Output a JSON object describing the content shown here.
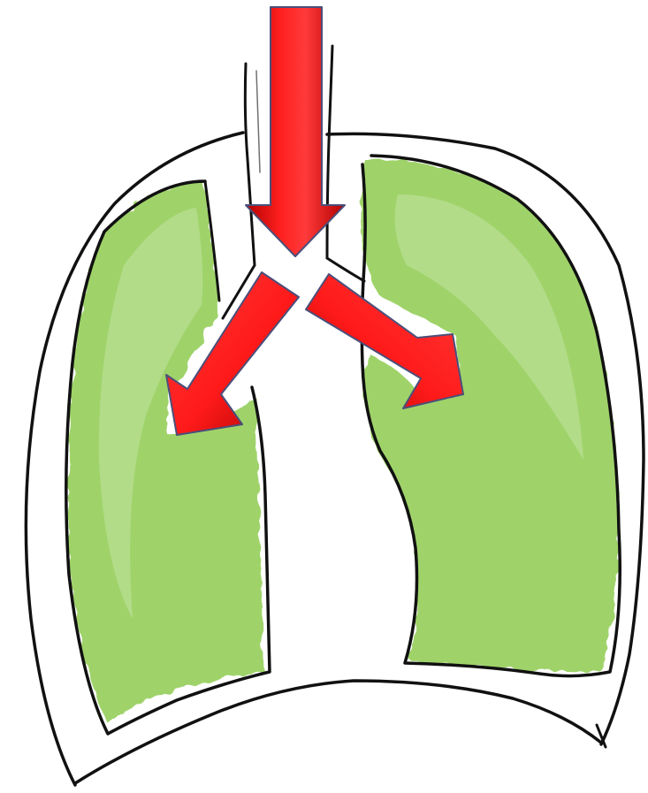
{
  "diagram": {
    "kind": "lungs-airflow",
    "colors": {
      "background": "#ffffff",
      "outline": "#111111",
      "lung_fill": "#9fd36a",
      "lung_fill_light": "#c3e4a2",
      "arrow_fill": "#ff1a1a",
      "arrow_shadow": "#a00000",
      "arrow_edge": "#4a4f7a"
    },
    "elements": {
      "chest_outline": "chest-outline",
      "trachea": "trachea",
      "left_lung": "lung",
      "right_lung": "lung",
      "arrows": [
        "downward-arrow",
        "branch-arrow-left",
        "branch-arrow-right"
      ]
    }
  }
}
